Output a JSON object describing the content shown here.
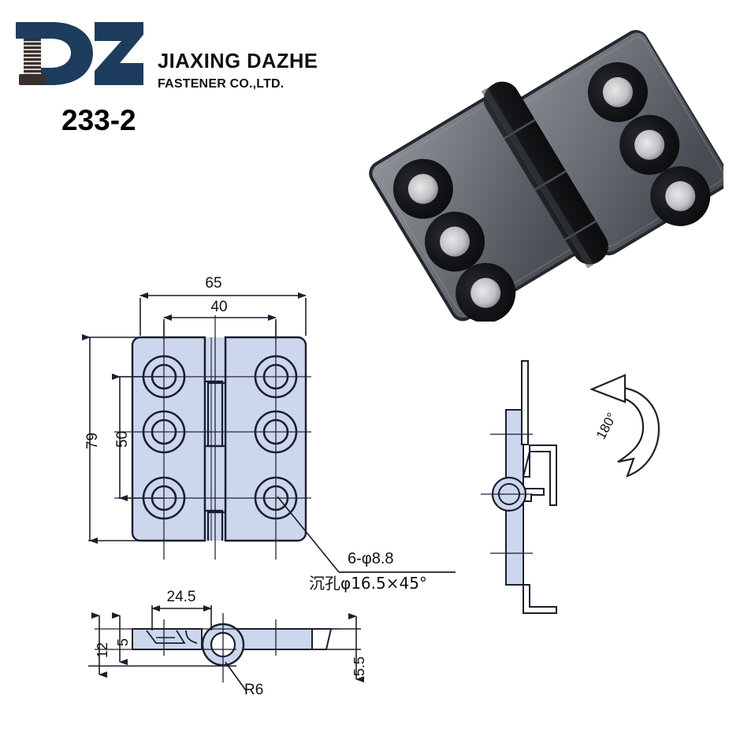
{
  "brand": {
    "logo_letters": "DZ",
    "logo_icon": "bolt-icon",
    "company_name": "JIAXING DAZHE",
    "company_sub": "FASTENER CO.,LTD.",
    "logo_color": "#1d3c5e",
    "bolt_color": "#3a302b",
    "model_number": "233-2"
  },
  "photo": {
    "alt": "black butt hinge, six countersunk holes, angled view",
    "body_color": "#6b7076",
    "hole_color": "#151515",
    "knuckle_color": "#1a1a1a"
  },
  "drawing": {
    "fill_color": "#ccd6ec",
    "line_color": "#1a1f2e",
    "front_view": {
      "width_overall": "65",
      "width_hole_span": "40",
      "height_overall": "79",
      "height_hole_span": "50",
      "hole_note_line1": "6-φ8.8",
      "hole_note_line2": "沉孔φ16.5×45°"
    },
    "bottom_view": {
      "dim_knuckle_offset": "24.5",
      "dim_leaf_thickness": "5",
      "dim_total_height": "12",
      "dim_plate_to_base": "5.5",
      "radius_note": "R6"
    },
    "side_view": {
      "rotation_note": "180°"
    }
  }
}
